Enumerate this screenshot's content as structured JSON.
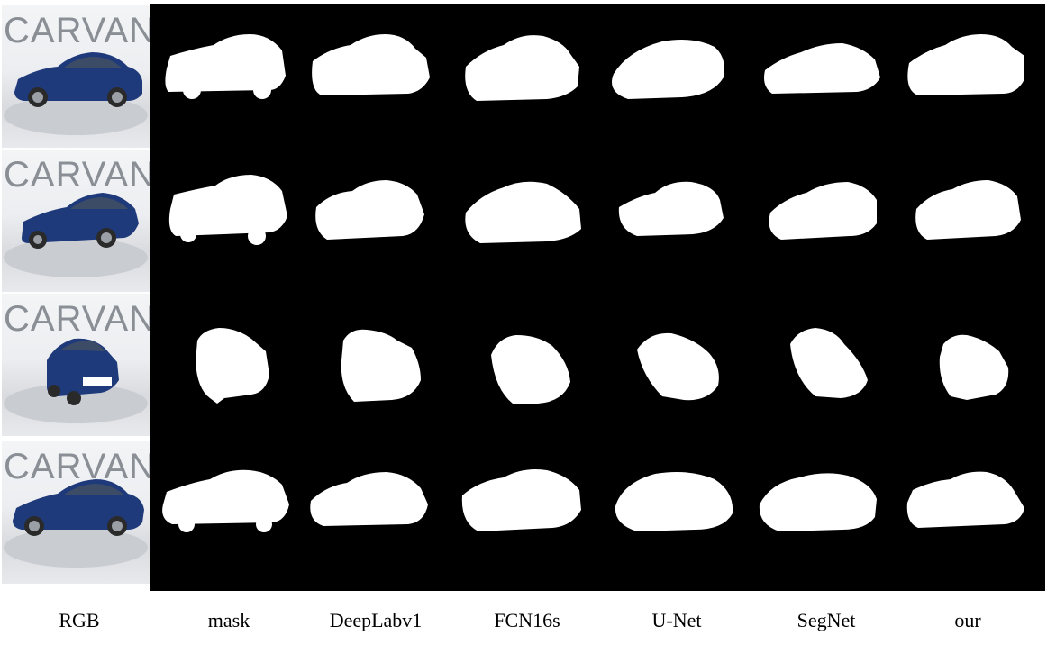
{
  "rows": [
    {
      "wordmark": "CARVANA",
      "view": "side-left"
    },
    {
      "wordmark": "CARVANA",
      "view": "three-quarter-rear"
    },
    {
      "wordmark": "CARVANA",
      "view": "front"
    },
    {
      "wordmark": "CARVANA",
      "view": "side-left"
    }
  ],
  "columns": [
    "RGB",
    "mask",
    "DeepLabv1",
    "FCN16s",
    "U-Net",
    "SegNet",
    "our"
  ],
  "colors": {
    "background": "#000000",
    "mask": "#ffffff",
    "car_body": "#1f3a7a"
  }
}
